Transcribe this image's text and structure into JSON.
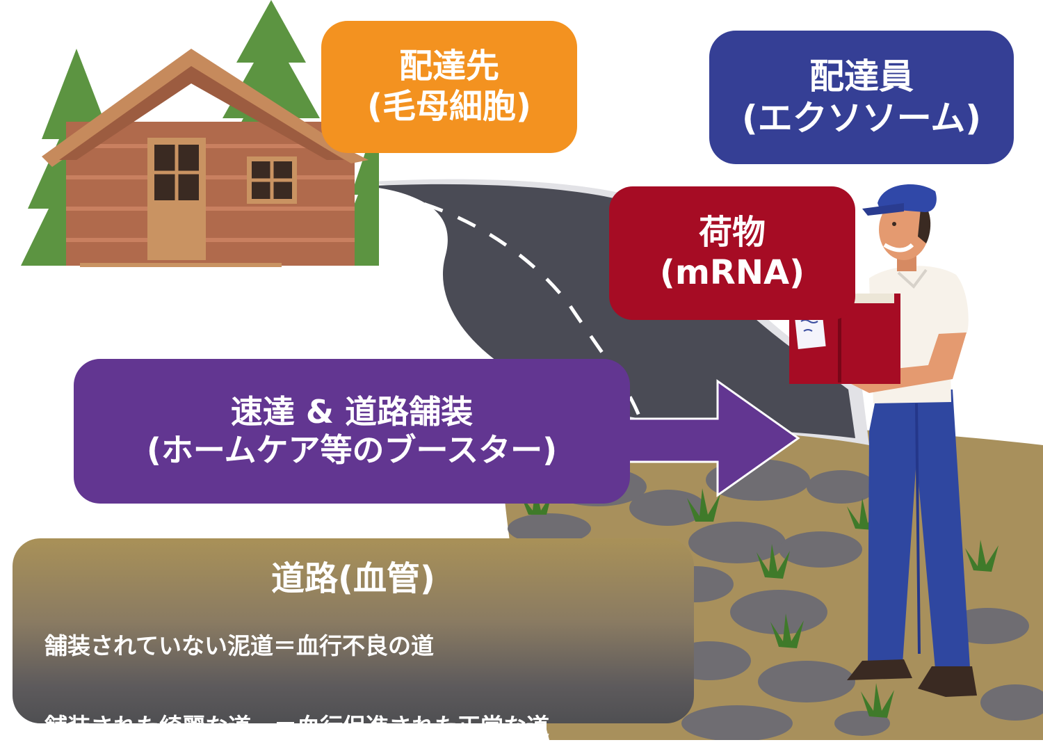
{
  "destination": {
    "line1": "配達先",
    "line2": "(毛母細胞)"
  },
  "courier": {
    "line1": "配達員",
    "line2": "(エクソソーム)"
  },
  "cargo": {
    "line1": "荷物",
    "line2": "(mRNA)"
  },
  "booster": {
    "line1": "速達 & 道路舗装",
    "line2": "(ホームケア等のブースター)"
  },
  "road": {
    "title": "道路(血管)",
    "line1": "舗装されていない泥道＝血行不良の道",
    "line2": "舗装された綺麗な道　＝血行促進された正常な道"
  },
  "colors": {
    "destination": "#f39220",
    "courier": "#353f95",
    "cargo": "#a60c24",
    "booster": "#623691",
    "asphalt": "#4a4b55",
    "stone": "#6f6d72",
    "dirt": "#a8905c"
  }
}
